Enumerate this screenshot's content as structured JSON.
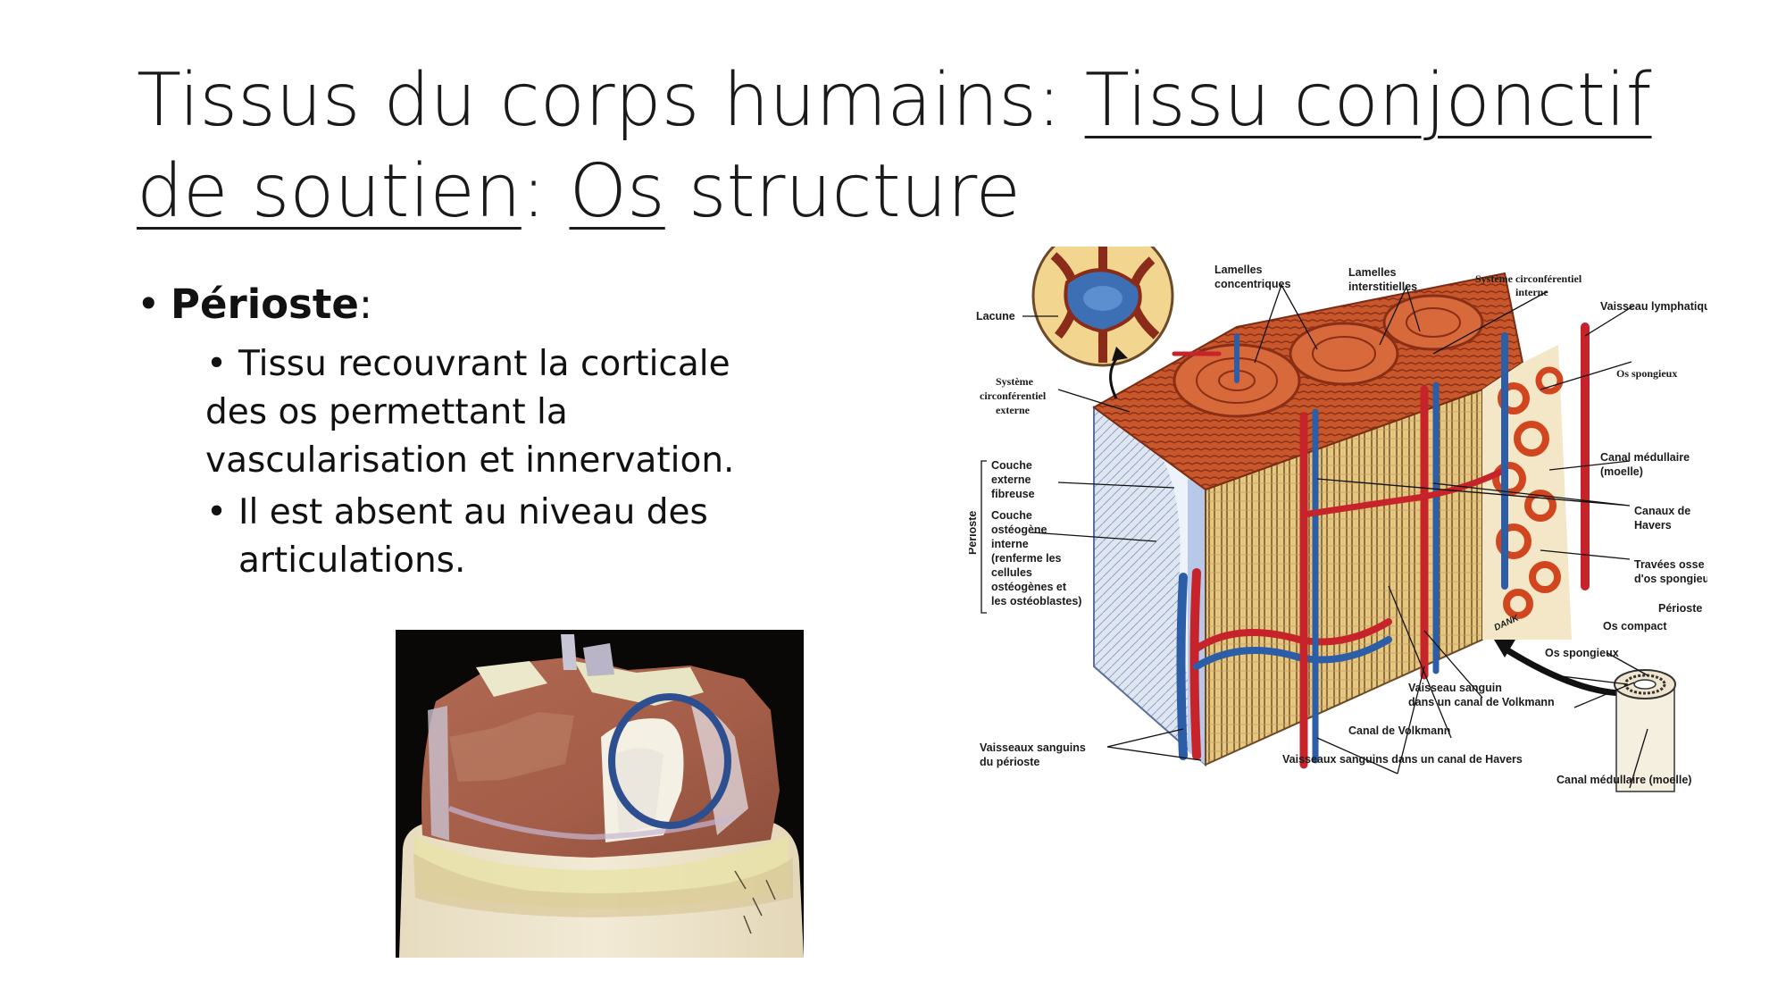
{
  "slide": {
    "title": {
      "part1": "Tissus du corps humains: ",
      "part2": "Tissu conjonctif de soutien",
      "part3": ": ",
      "part4": "Os",
      "part5": " structure"
    },
    "bullets": {
      "main": "Périoste",
      "main_suffix": ":",
      "sub1_line1": "Tissu recouvrant la corticale",
      "sub1_line2": "des os permettant la",
      "sub1_line3": "vascularisation et innervation.",
      "sub2_line1": "Il est absent au niveau des",
      "sub2_line2": "articulations."
    },
    "colors": {
      "highlight_circle": "#2e4f8f",
      "bone_yellow": "#e6c77e",
      "vessel_red": "#c7232b",
      "vessel_blue": "#2c5ea8"
    },
    "diagram_labels": {
      "lacune": "Lacune",
      "lamelles_concentriques_1": "Lamelles",
      "lamelles_concentriques_2": "concentriques",
      "lamelles_interstitielles_1": "Lamelles",
      "lamelles_interstitielles_2": "interstitielles",
      "systeme_interne_1": "Système circonférentiel",
      "systeme_interne_2": "interne",
      "vaisseau_lymphatique": "Vaisseau lymphatiqu",
      "os_spongieux_top": "Os spongieux",
      "systeme_externe_1": "Système",
      "systeme_externe_2": "circonférentiel",
      "systeme_externe_3": "externe",
      "canal_medullaire_1": "Canal médullaire",
      "canal_medullaire_2": "(moelle)",
      "couche_externe_1": "Couche",
      "couche_externe_2": "externe",
      "couche_externe_3": "fibreuse",
      "perioste_side": "Périoste",
      "couche_osteogene_1": "Couche",
      "couche_osteogene_2": "ostéogène",
      "couche_osteogene_3": "interne",
      "couche_osteogene_4": "(renferme les",
      "couche_osteogene_5": "cellules",
      "couche_osteogene_6": "ostéogènes et",
      "couche_osteogene_7": "les ostéoblastes)",
      "canaux_havers_1": "Canaux de",
      "canaux_havers_2": "Havers",
      "travees_1": "Travées osse",
      "travees_2": "d'os spongieu",
      "perioste_small": "Périoste",
      "os_compact": "Os compact",
      "os_spongieux_small": "Os spongieux",
      "vaisseau_volkmann_1": "Vaisseau sanguin",
      "vaisseau_volkmann_2": "dans un canal de Volkmann",
      "canal_volkmann": "Canal de Volkmann",
      "vaisseaux_perioste_1": "Vaisseaux sanguins",
      "vaisseaux_perioste_2": "du périoste",
      "vaisseaux_havers": "Vaisseaux sanguins dans un canal de Havers",
      "canal_medullaire_bottom": "Canal médullaire (moelle)",
      "artist_signature": "DANK"
    }
  }
}
